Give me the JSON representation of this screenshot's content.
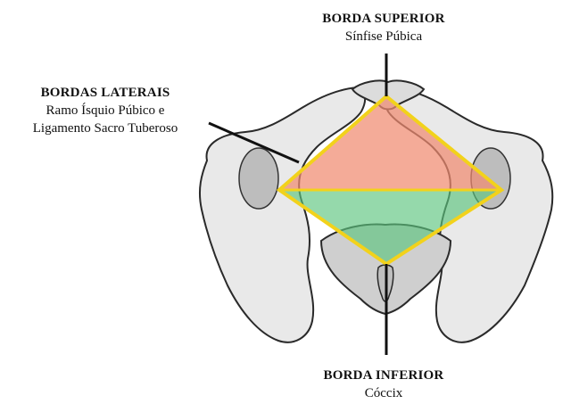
{
  "labels": {
    "top": {
      "title": "BORDA SUPERIOR",
      "subtitle": "Sínfise Púbica"
    },
    "lateral": {
      "title": "BORDAS LATERAIS",
      "line1": "Ramo Ísquio Púbico e",
      "line2": "Ligamento Sacro Tuberoso"
    },
    "bottom": {
      "title": "BORDA INFERIOR",
      "subtitle": "Cóccix"
    }
  },
  "colors": {
    "outline": "#f2d21b",
    "anterior_triangle": "#f08a70",
    "posterior_triangle": "#5cc47e",
    "bone_fill": "#e9e9e9",
    "bone_stroke": "#2a2a2a",
    "pointer": "#111111"
  }
}
